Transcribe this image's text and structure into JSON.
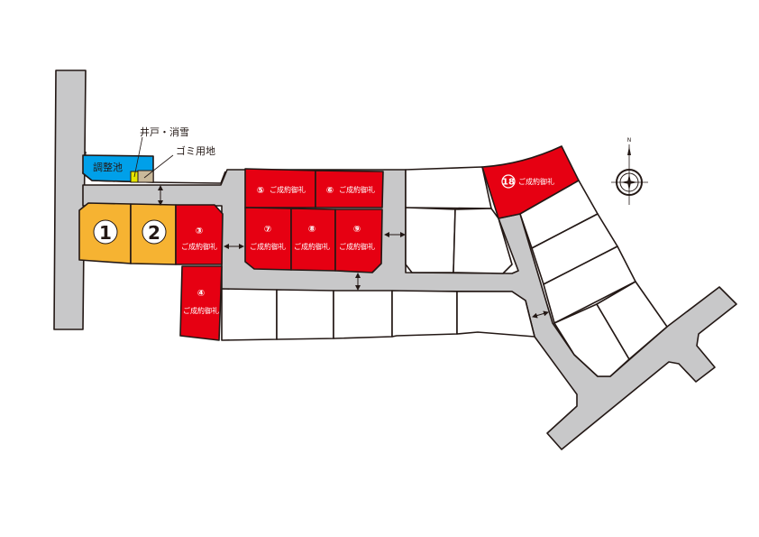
{
  "labels": {
    "pond": "調整池",
    "well": "井戸・消雪",
    "garbage": "ゴミ用地",
    "north": "N"
  },
  "sold_text": "ご成約御礼",
  "lots": [
    {
      "id": "1",
      "status": "available"
    },
    {
      "id": "2",
      "status": "available"
    },
    {
      "id": "③",
      "status": "sold"
    },
    {
      "id": "④",
      "status": "sold"
    },
    {
      "id": "⑤",
      "status": "sold"
    },
    {
      "id": "⑥",
      "status": "sold"
    },
    {
      "id": "⑦",
      "status": "sold"
    },
    {
      "id": "⑧",
      "status": "sold"
    },
    {
      "id": "⑨",
      "status": "sold"
    },
    {
      "id": "18",
      "status": "sold"
    }
  ],
  "colors": {
    "available": "#f6b332",
    "sold": "#e60012",
    "pond": "#00a0e9",
    "road": "#c8c8c9",
    "well": "#e5e500",
    "garbage": "#c9b99a"
  }
}
